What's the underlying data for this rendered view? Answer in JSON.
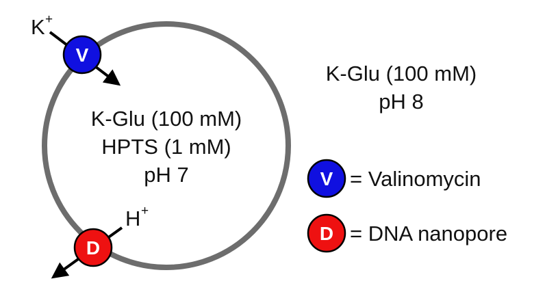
{
  "vesicle": {
    "inside": {
      "line1": "K-Glu (100 mM)",
      "line2": "HPTS (1 mM)",
      "line3": "pH 7"
    },
    "membrane_color": "#6d6d6d"
  },
  "outside": {
    "line1": "K-Glu (100 mM)",
    "line2": "pH 8"
  },
  "ions": {
    "potassium": {
      "base": "K",
      "charge": "+"
    },
    "proton": {
      "base": "H",
      "charge": "+"
    }
  },
  "transporters": {
    "valinomycin": {
      "letter": "V",
      "color": "#1010e0",
      "icon": "valinomycin-circle-icon"
    },
    "dna_nanopore": {
      "letter": "D",
      "color": "#ee1111",
      "icon": "dna-nanopore-circle-icon"
    }
  },
  "legend": {
    "valinomycin": {
      "letter": "V",
      "text": "= Valinomycin"
    },
    "dna_nanopore": {
      "letter": "D",
      "text": "= DNA nanopore"
    }
  }
}
